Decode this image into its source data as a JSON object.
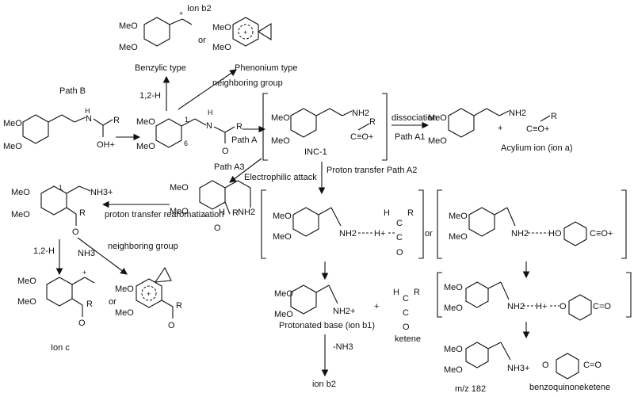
{
  "title_ion_b2": "Ion b2",
  "benzylic_type": "Benzylic type",
  "phenonium_type": "Phenonium type",
  "or": "or",
  "neighboring_group": "neighboring group",
  "path_b": "Path B",
  "one_two_h": "1,2-H",
  "path_a": "Path A",
  "inc1": "INC-1",
  "dissociation": "dissociation",
  "path_a1": "Path A1",
  "acylium": "Acylium ion (ion a)",
  "path_a3": "Path A3",
  "electrophilic_attack": "Electrophilic attack",
  "proton_transfer_a2": "Proton transfer Path A2",
  "proton_transfer_rearom": "proton transfer rearomatization",
  "nh3": "NH3",
  "ion_c": "Ion c",
  "protonated_base": "Protonated base (ion b1)",
  "ketene": "ketene",
  "minus_nh3": "-NH3",
  "ion_b2": "ion b2",
  "mz182": "m/z 182",
  "benzoquinoneketene": "benzoquinoneketene",
  "labels": {
    "meo": "MeO",
    "r": "R",
    "o": "O",
    "oh_plus": "OH+",
    "nh2": "NH2",
    "nh3_plus": "NH3+",
    "nh2_plus": "NH2+",
    "h": "H",
    "h_plus": "H+",
    "c": "C",
    "n": "N",
    "ho": "HO",
    "co_plus": "C≡O+",
    "c_eq_o": "C=O",
    "num1": "1",
    "num6": "6",
    "plus": "+"
  }
}
